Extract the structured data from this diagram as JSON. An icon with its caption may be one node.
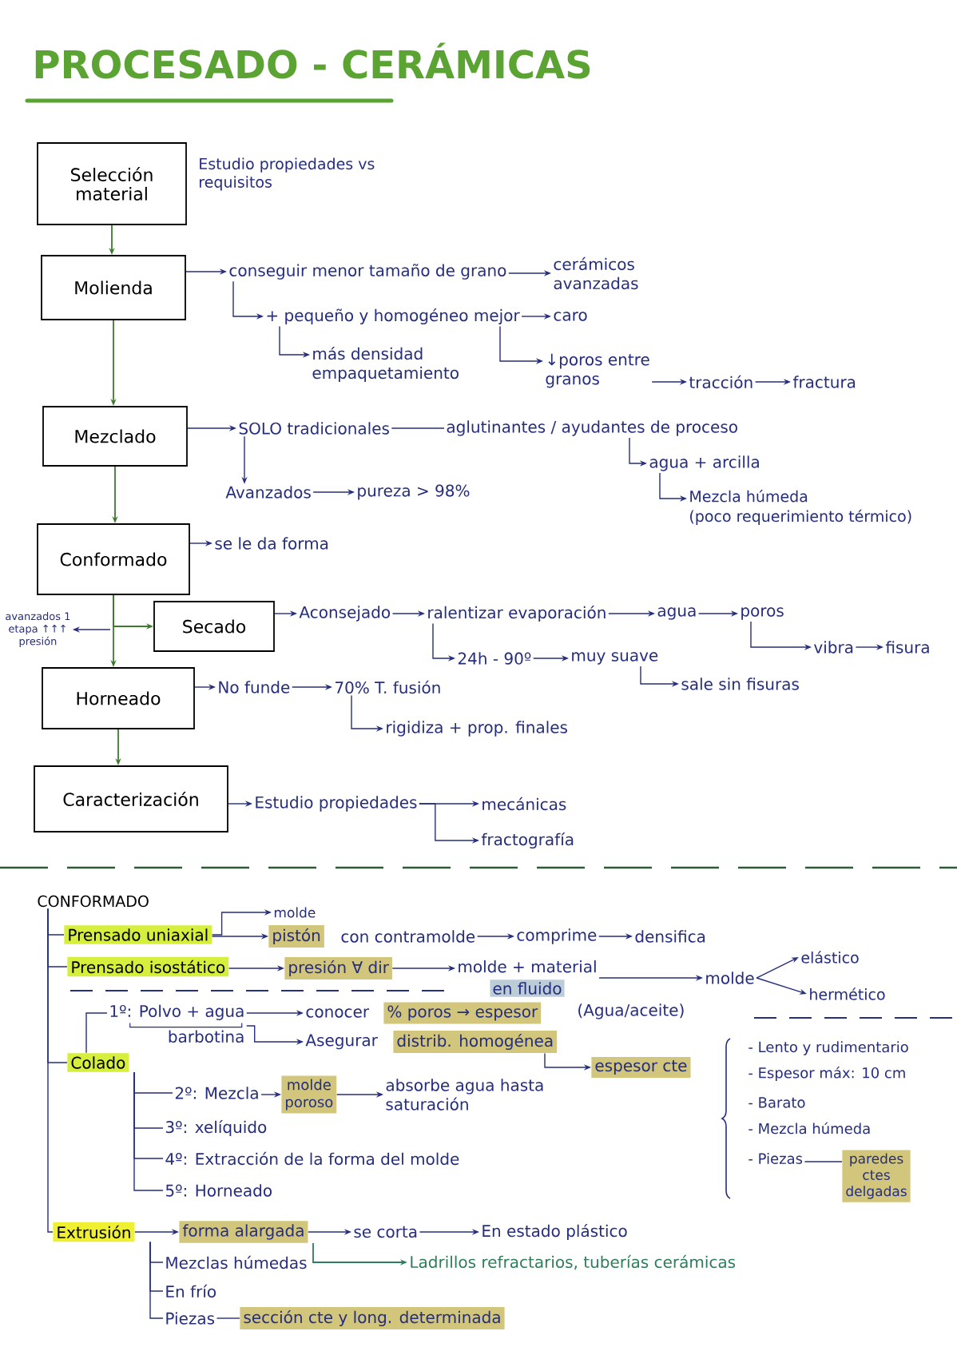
{
  "diagram": {
    "title": "PROCESADO - CERÁMICAS",
    "nodes": [
      {
        "text": [
          "Selección material"
        ],
        "beside": [
          "Estudio propiedades vs requisitos"
        ]
      },
      {
        "text": [
          "Molienda"
        ]
      },
      {
        "text": [
          "conseguir menor tamaño de grano"
        ]
      },
      {
        "text": [
          "cerámicos avanzadas"
        ]
      },
      {
        "text": [
          "+ pequeño y homogéneo mejor"
        ]
      },
      {
        "text": [
          "caro"
        ]
      },
      {
        "text": [
          "más densidad empaquetamiento"
        ]
      },
      {
        "text": [
          "↓poros entre granos"
        ]
      },
      {
        "text": [
          "tracción"
        ]
      },
      {
        "text": [
          "fractura"
        ]
      },
      {
        "text": [
          "Mezclado"
        ]
      },
      {
        "text": [
          "SOLO tradicionales"
        ]
      },
      {
        "text": [
          "aglutinantes / ayudantes de proceso"
        ]
      },
      {
        "text": [
          "agua + arcilla"
        ]
      },
      {
        "text": [
          "Mezcla húmeda",
          "(poco requerimiento térmico)"
        ]
      },
      {
        "text": [
          "Avanzados"
        ]
      },
      {
        "text": [
          "pureza > 98%"
        ]
      },
      {
        "text": [
          "Conformado"
        ]
      },
      {
        "text": [
          "se le da forma"
        ]
      },
      {
        "text": [
          "avanzados 1 etapa ↑↑↑ presión"
        ]
      },
      {
        "text": [
          "Secado"
        ]
      },
      {
        "text": [
          "Aconsejado"
        ]
      },
      {
        "text": [
          "ralentizar evaporación"
        ]
      },
      {
        "text": [
          "agua"
        ]
      },
      {
        "text": [
          "poros"
        ]
      },
      {
        "text": [
          "vibra"
        ]
      },
      {
        "text": [
          "fisura"
        ]
      },
      {
        "text": [
          "24h - 90º"
        ]
      },
      {
        "text": [
          "muy suave"
        ]
      },
      {
        "text": [
          "sale sin fisuras"
        ]
      },
      {
        "text": [
          "Horneado"
        ]
      },
      {
        "text": [
          "No funde"
        ]
      },
      {
        "text": [
          "70% T. fusión"
        ]
      },
      {
        "text": [
          "rigidiza + prop. finales"
        ]
      },
      {
        "text": [
          "Caracterización"
        ]
      },
      {
        "text": [
          "Estudio propiedades"
        ]
      },
      {
        "text": [
          "mecánicas"
        ]
      },
      {
        "text": [
          "fractografía"
        ]
      },
      {
        "text": [
          "CONFORMADO"
        ]
      },
      {
        "text": [
          "Prensado uniaxial"
        ]
      },
      {
        "text": [
          "molde"
        ]
      },
      {
        "text": [
          "pistón"
        ]
      },
      {
        "text": [
          "con contramolde"
        ]
      },
      {
        "text": [
          "comprime"
        ]
      },
      {
        "text": [
          "densifica"
        ]
      },
      {
        "text": [
          "Prensado isostático"
        ]
      },
      {
        "text": [
          "presión ∀ dir"
        ]
      },
      {
        "text": [
          "molde + material",
          "en fluido"
        ]
      },
      {
        "text": [
          "molde"
        ]
      },
      {
        "text": [
          "elástico"
        ]
      },
      {
        "text": [
          "hermético"
        ]
      },
      {
        "text": [
          "Colado"
        ]
      },
      {
        "text": [
          "1º: Polvo + agua",
          "barbotina"
        ]
      },
      {
        "text": [
          "conocer"
        ]
      },
      {
        "text": [
          "% poros → espesor"
        ]
      },
      {
        "text": [
          "Asegurar"
        ]
      },
      {
        "text": [
          "distrib. homogénea"
        ]
      },
      {
        "text": [
          "espesor cte"
        ]
      },
      {
        "text": [
          "2º: Mezcla"
        ]
      },
      {
        "text": [
          "molde poroso"
        ]
      },
      {
        "text": [
          "absorbe agua hasta saturación"
        ]
      },
      {
        "text": [
          "3º: xelíquido"
        ]
      },
      {
        "text": [
          "4º: Extracción de la forma del molde"
        ]
      },
      {
        "text": [
          "5º: Horneado"
        ]
      },
      {
        "text": [
          "- Piezas"
        ]
      },
      {
        "text": [
          "paredes ctes delgadas"
        ]
      },
      {
        "text": [
          "Extrusión"
        ]
      },
      {
        "text": [
          "forma alargada"
        ]
      },
      {
        "text": [
          "se corta"
        ]
      },
      {
        "text": [
          "En estado plástico"
        ]
      },
      {
        "text": [
          "Ladrillos refractarios, tuberías cerámicas"
        ]
      },
      {
        "text": [
          "Mezclas húmedas"
        ]
      },
      {
        "text": [
          "En frío"
        ]
      },
      {
        "text": [
          "Piezas"
        ]
      },
      {
        "text": [
          "sección cte y long. determinada"
        ]
      }
    ],
    "edges": [
      {
        "from": 0,
        "to": 1,
        "arrow": "to",
        "color": "#3d7a2e"
      },
      {
        "from": 1,
        "to": 2,
        "arrow": "to"
      },
      {
        "from": 2,
        "to": 3,
        "arrow": "to"
      },
      {
        "from": 2,
        "to": 4,
        "arrow": "to"
      },
      {
        "from": 4,
        "to": 5,
        "arrow": "to"
      },
      {
        "from": 4,
        "to": 6,
        "arrow": "to"
      },
      {
        "from": 4,
        "to": 7,
        "arrow": "to"
      },
      {
        "from": 7,
        "to": 8,
        "arrow": "to"
      },
      {
        "from": 8,
        "to": 9,
        "arrow": "to"
      },
      {
        "from": 1,
        "to": 10,
        "arrow": "to",
        "color": "#3d7a2e"
      },
      {
        "from": 10,
        "to": 11,
        "arrow": "to"
      },
      {
        "from": 11,
        "to": 12,
        "arrow": "none"
      },
      {
        "from": 11,
        "to": 15,
        "arrow": "to"
      },
      {
        "from": 12,
        "to": 13,
        "arrow": "to"
      },
      {
        "from": 13,
        "to": 14,
        "arrow": "to"
      },
      {
        "from": 15,
        "to": 16,
        "arrow": "to"
      },
      {
        "from": 10,
        "to": 17,
        "arrow": "to",
        "color": "#3d7a2e"
      },
      {
        "from": 17,
        "to": 18,
        "arrow": "to"
      },
      {
        "from": 17,
        "to": 20,
        "arrow": "to",
        "color": "#3d7a2e"
      },
      {
        "from": null,
        "to": 19,
        "arrow": "to"
      },
      {
        "from": 20,
        "to": 21,
        "arrow": "to"
      },
      {
        "from": 21,
        "to": 22,
        "arrow": "to"
      },
      {
        "from": 22,
        "to": 23,
        "arrow": "to"
      },
      {
        "from": 23,
        "to": 24,
        "arrow": "to"
      },
      {
        "from": 24,
        "to": 25,
        "arrow": "to"
      },
      {
        "from": 25,
        "to": 26,
        "arrow": "to"
      },
      {
        "from": 22,
        "to": 27,
        "arrow": "to"
      },
      {
        "from": 27,
        "to": 28,
        "arrow": "to"
      },
      {
        "from": 28,
        "to": 29,
        "arrow": "to"
      },
      {
        "from": 17,
        "to": 30,
        "arrow": "to",
        "color": "#3d7a2e"
      },
      {
        "from": 30,
        "to": 31,
        "arrow": "to"
      },
      {
        "from": 31,
        "to": 32,
        "arrow": "to"
      },
      {
        "from": 32,
        "to": 33,
        "arrow": "to"
      },
      {
        "from": 30,
        "to": 34,
        "arrow": "to",
        "color": "#3d7a2e"
      },
      {
        "from": 34,
        "to": 35,
        "arrow": "to"
      },
      {
        "from": 35,
        "to": 36,
        "arrow": "to"
      },
      {
        "from": 35,
        "to": 37,
        "arrow": "to"
      },
      {
        "from": 38,
        "to": 39,
        "arrow": "none"
      },
      {
        "from": 38,
        "to": 45,
        "arrow": "none"
      },
      {
        "from": 38,
        "to": 51,
        "arrow": "none"
      },
      {
        "from": 38,
        "to": 66,
        "arrow": "none"
      },
      {
        "from": 39,
        "to": 40,
        "arrow": "to"
      },
      {
        "from": 39,
        "to": 41,
        "arrow": "to"
      },
      {
        "from": 42,
        "to": 43,
        "arrow": "to"
      },
      {
        "from": 43,
        "to": 44,
        "arrow": "to"
      },
      {
        "from": 45,
        "to": 46,
        "arrow": "to"
      },
      {
        "from": 46,
        "to": 47,
        "arrow": "to"
      },
      {
        "from": 47,
        "to": 48,
        "arrow": "to"
      },
      {
        "from": 48,
        "to": 49,
        "arrow": "to"
      },
      {
        "from": 48,
        "to": 50,
        "arrow": "to"
      },
      {
        "from": 51,
        "to": 52,
        "arrow": "none"
      },
      {
        "from": 52,
        "to": 53,
        "arrow": "to"
      },
      {
        "from": 52,
        "to": 55,
        "arrow": "to"
      },
      {
        "from": 56,
        "to": 57,
        "arrow": "to"
      },
      {
        "from": 51,
        "to": 58,
        "arrow": "none"
      },
      {
        "from": 51,
        "to": 61,
        "arrow": "none"
      },
      {
        "from": 51,
        "to": 62,
        "arrow": "none"
      },
      {
        "from": 51,
        "to": 63,
        "arrow": "none"
      },
      {
        "from": 58,
        "to": 59,
        "arrow": "to"
      },
      {
        "from": 59,
        "to": 60,
        "arrow": "to"
      },
      {
        "from": 64,
        "to": 65,
        "arrow": "none"
      },
      {
        "from": 66,
        "to": 67,
        "arrow": "to"
      },
      {
        "from": 67,
        "to": 68,
        "arrow": "to"
      },
      {
        "from": 68,
        "to": 69,
        "arrow": "to"
      },
      {
        "from": 67,
        "to": 70,
        "arrow": "to",
        "color": "#2e7d5b"
      },
      {
        "from": 66,
        "to": 71,
        "arrow": "none"
      },
      {
        "from": 66,
        "to": 72,
        "arrow": "none"
      },
      {
        "from": 66,
        "to": 73,
        "arrow": "none"
      },
      {
        "from": 73,
        "to": 74,
        "arrow": "none"
      }
    ],
    "labels": [
      "(Agua/aceite)",
      "- Lento y rudimentario",
      "- Espesor máx: 10 cm",
      "- Barato",
      "- Mezcla húmeda"
    ]
  }
}
